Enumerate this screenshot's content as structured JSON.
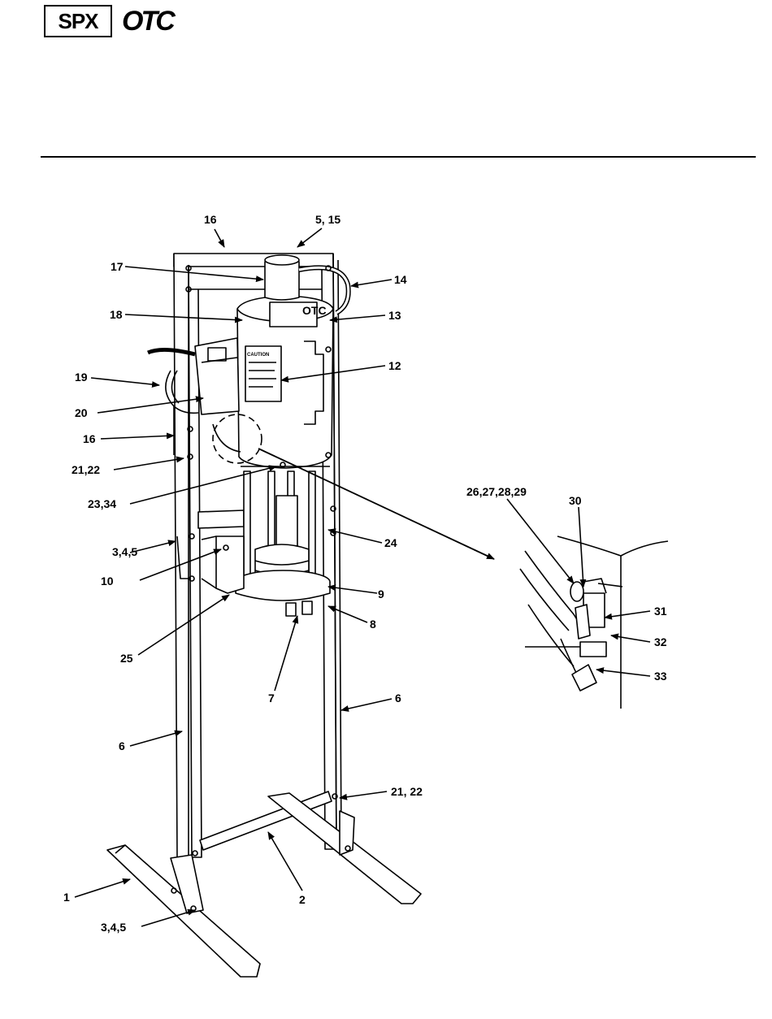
{
  "header": {
    "brand_spx": "SPX",
    "brand_otc": "OTC"
  },
  "diagram": {
    "callouts": [
      {
        "id": "c16a",
        "label": "16"
      },
      {
        "id": "c5_15",
        "label": "5, 15"
      },
      {
        "id": "c17",
        "label": "17"
      },
      {
        "id": "c14",
        "label": "14"
      },
      {
        "id": "c18",
        "label": "18"
      },
      {
        "id": "c13",
        "label": "13"
      },
      {
        "id": "c12",
        "label": "12"
      },
      {
        "id": "c19",
        "label": "19"
      },
      {
        "id": "c20",
        "label": "20"
      },
      {
        "id": "c16b",
        "label": "16"
      },
      {
        "id": "c21_22a",
        "label": "21,22"
      },
      {
        "id": "c23_34",
        "label": "23,34"
      },
      {
        "id": "c24",
        "label": "24"
      },
      {
        "id": "c3_4_5a",
        "label": "3,4,5"
      },
      {
        "id": "c10",
        "label": "10"
      },
      {
        "id": "c9",
        "label": "9"
      },
      {
        "id": "c8",
        "label": "8"
      },
      {
        "id": "c25",
        "label": "25"
      },
      {
        "id": "c7",
        "label": "7"
      },
      {
        "id": "c6a",
        "label": "6"
      },
      {
        "id": "c6b",
        "label": "6"
      },
      {
        "id": "c21_22b",
        "label": "21, 22"
      },
      {
        "id": "c1",
        "label": "1"
      },
      {
        "id": "c2",
        "label": "2"
      },
      {
        "id": "c3_4_5b",
        "label": "3,4,5"
      },
      {
        "id": "c26_29",
        "label": "26,27,28,29"
      },
      {
        "id": "c30",
        "label": "30"
      },
      {
        "id": "c31",
        "label": "31"
      },
      {
        "id": "c32",
        "label": "32"
      },
      {
        "id": "c33",
        "label": "33"
      }
    ],
    "cylinder_logo": "OTC",
    "caution_label": "CAUTION"
  }
}
